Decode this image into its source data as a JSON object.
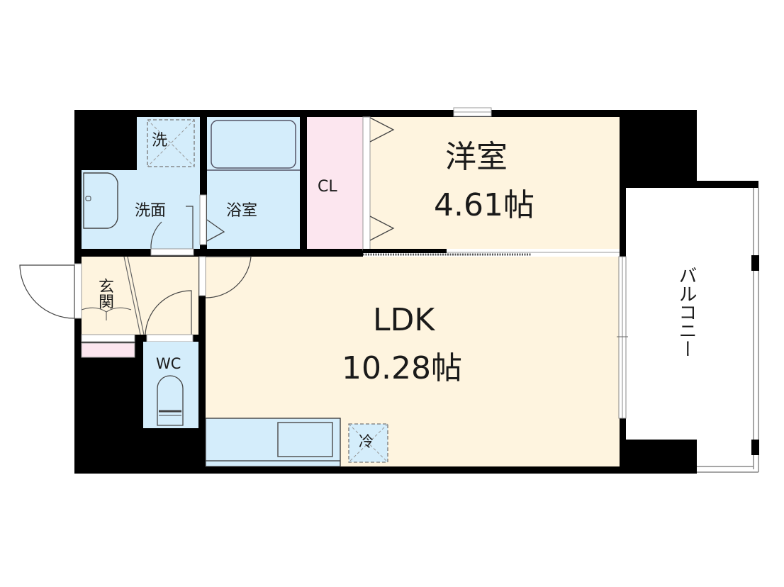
{
  "floorplan": {
    "colors": {
      "wall": "#000000",
      "wet_area": "#d4edfb",
      "living": "#fef4df",
      "closet": "#fce6ef",
      "balcony": "#ffffff",
      "line": "#555555"
    },
    "rooms": {
      "western_room": {
        "name": "洋室",
        "area": "4.61帖"
      },
      "ldk": {
        "name": "LDK",
        "area": "10.28帖"
      },
      "closet": {
        "name": "CL"
      },
      "bathroom": {
        "name": "浴室"
      },
      "washroom": {
        "name": "洗面"
      },
      "laundry": {
        "name": "洗"
      },
      "entrance": {
        "name": "玄関"
      },
      "toilet": {
        "name": "WC"
      },
      "refrigerator": {
        "name": "冷"
      },
      "balcony": {
        "name": "バルコニー"
      }
    }
  }
}
